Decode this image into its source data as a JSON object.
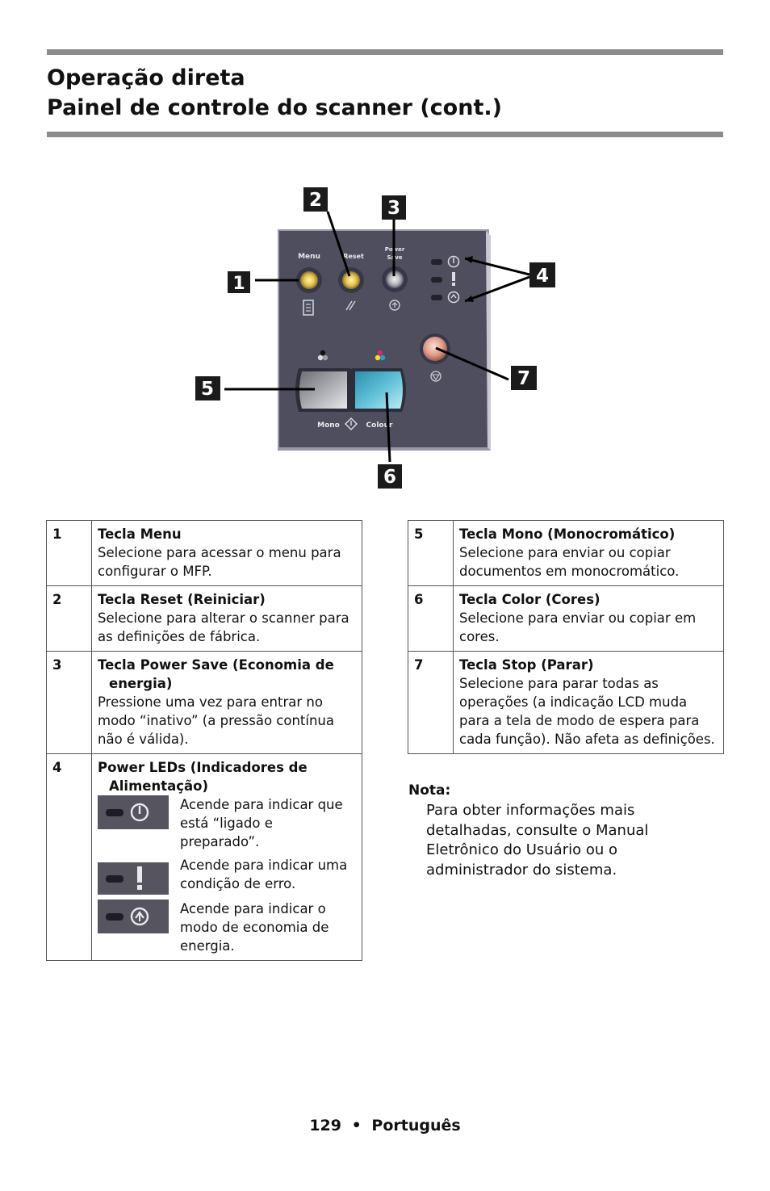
{
  "title": {
    "line1": "Operação direta",
    "line2": "Painel de controle do scanner (cont.)"
  },
  "figure": {
    "callouts": [
      "1",
      "2",
      "3",
      "4",
      "5",
      "6",
      "7"
    ],
    "panel_labels": {
      "menu": "Menu",
      "reset": "Reset",
      "power": "Power",
      "save": "Save",
      "mono": "Mono",
      "colour": "Colour"
    },
    "colors": {
      "panel": "#4f4e5e",
      "panel_edge": "#9a99a6",
      "mono_key": "#a9aab0",
      "colour_key": "#5fbfd6",
      "stop_key": "#e29c8a",
      "callout_box": "#1b1b1b"
    }
  },
  "table_left": [
    {
      "num": "1",
      "title": "Tecla Menu",
      "desc": "Selecione para acessar o menu para configurar o MFP."
    },
    {
      "num": "2",
      "title": "Tecla Reset (Reiniciar)",
      "desc": "Selecione para alterar o scanner para as definições de fábrica."
    },
    {
      "num": "3",
      "title": "Tecla Power Save (Economia de energia)",
      "desc": "Pressione uma vez para entrar no modo “inativo” (a pressão contínua não é válida)."
    },
    {
      "num": "4",
      "title": "Power LEDs (Indicadores de Alimentação)",
      "leds": [
        {
          "icon": "power-led-icon",
          "text": "Acende para indicar que está “ligado e preparado”."
        },
        {
          "icon": "error-led-icon",
          "text": "Acende para indicar uma condição de erro."
        },
        {
          "icon": "power-save-led-icon",
          "text": "Acende para indicar o modo de economia de energia."
        }
      ]
    }
  ],
  "table_right": [
    {
      "num": "5",
      "title": "Tecla Mono (Monocromático)",
      "desc": "Selecione para enviar ou copiar documentos em monocromático."
    },
    {
      "num": "6",
      "title": "Tecla Color (Cores)",
      "desc": "Selecione para enviar ou copiar em cores."
    },
    {
      "num": "7",
      "title": "Tecla Stop (Parar)",
      "desc": "Selecione para parar todas as operações (a indicação LCD muda para a tela de modo de espera para cada função). Não afeta as definições."
    }
  ],
  "note": {
    "label": "Nota:",
    "text": "Para obter informações mais detalhadas, consulte o Manual Eletrônico do Usuário ou o administrador do sistema."
  },
  "footer": {
    "page": "129",
    "separator": "•",
    "language": "Português"
  }
}
